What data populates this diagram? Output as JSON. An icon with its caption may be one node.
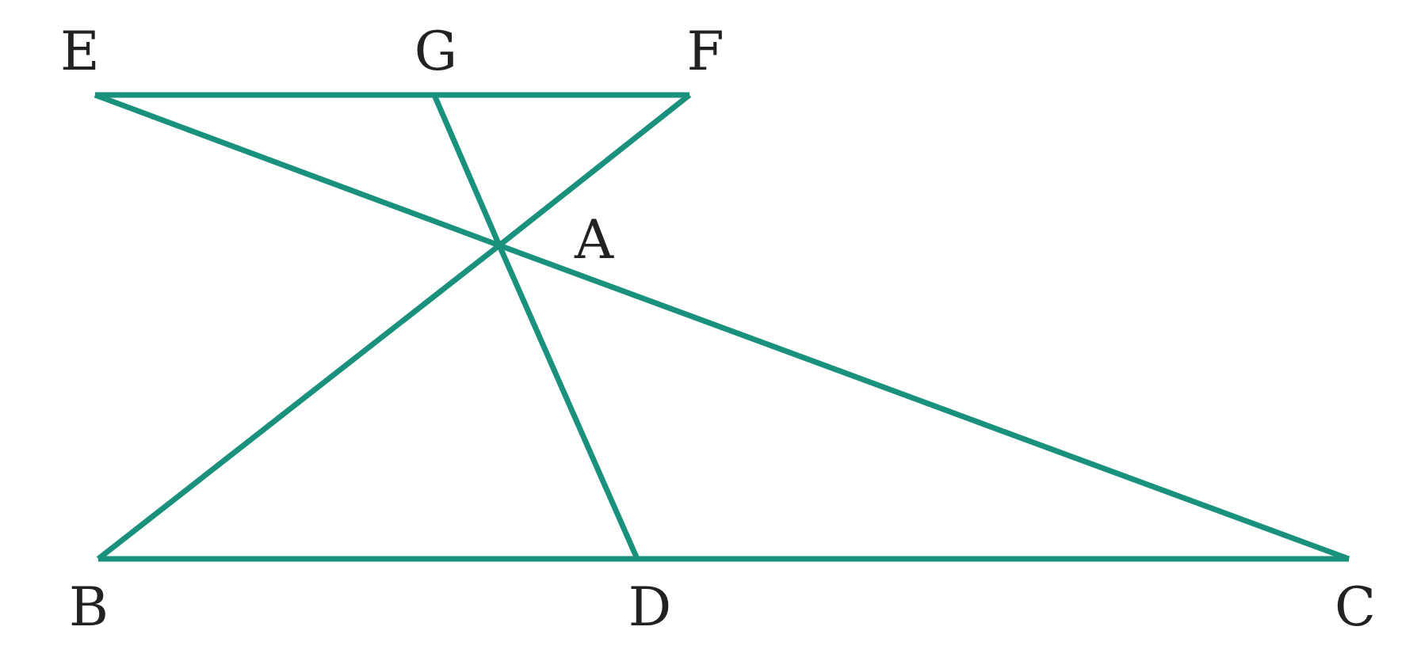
{
  "diagram": {
    "nodes": [
      {
        "text": [
          "E"
        ]
      },
      {
        "text": [
          "G"
        ]
      },
      {
        "text": [
          "F"
        ]
      },
      {
        "text": [
          "A"
        ]
      },
      {
        "text": [
          "B"
        ]
      },
      {
        "text": [
          "D"
        ]
      },
      {
        "text": [
          "C"
        ]
      }
    ],
    "edges": [
      {
        "from": 0,
        "to": 1,
        "arrow": "none"
      },
      {
        "from": 1,
        "to": 2,
        "arrow": "none"
      },
      {
        "from": 0,
        "to": 3,
        "arrow": "none"
      },
      {
        "from": 3,
        "to": 6,
        "arrow": "none"
      },
      {
        "from": 2,
        "to": 3,
        "arrow": "none"
      },
      {
        "from": 3,
        "to": 4,
        "arrow": "none"
      },
      {
        "from": 1,
        "to": 3,
        "arrow": "none"
      },
      {
        "from": 3,
        "to": 5,
        "arrow": "none"
      },
      {
        "from": 4,
        "to": 5,
        "arrow": "none"
      },
      {
        "from": 5,
        "to": 6,
        "arrow": "none"
      }
    ]
  }
}
